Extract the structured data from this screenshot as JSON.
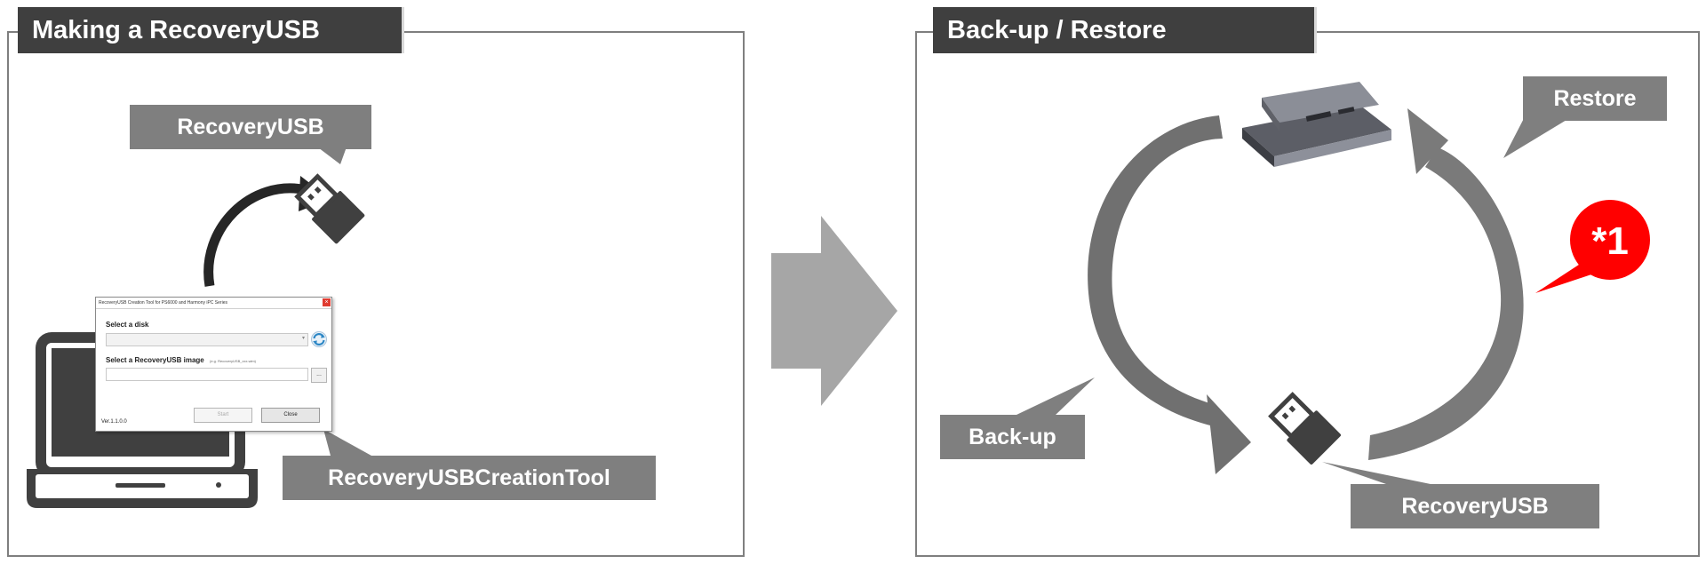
{
  "left_panel": {
    "title": "Making a RecoveryUSB",
    "usb_callout": "RecoveryUSB",
    "tool_callout": "RecoveryUSBCreationTool",
    "dialog": {
      "window_title": "RecoveryUSB Creation Tool for PS6000 and Harmony iPC Series",
      "select_disk_label": "Select a disk",
      "select_image_label": "Select a RecoveryUSB image",
      "image_hint": "(e.g. RecoveryUSB_xxx.wim)",
      "browse_label": "...",
      "start_label": "Start",
      "close_label": "Close",
      "version": "Ver.1.1.0.0"
    }
  },
  "right_panel": {
    "title": "Back-up / Restore",
    "restore_callout": "Restore",
    "backup_callout": "Back-up",
    "usb_callout": "RecoveryUSB",
    "note_badge": "*1"
  },
  "colors": {
    "title_bar": "#3f3f3f",
    "callout": "#7f7f7f",
    "arrow_dark": "#262626",
    "arrow_grey": "#707070",
    "big_arrow": "#a6a6a6",
    "badge_red": "#ff0000"
  },
  "icons": [
    "usb-stick-icon",
    "laptop-icon",
    "industrial-pc-icon",
    "refresh-icon"
  ]
}
